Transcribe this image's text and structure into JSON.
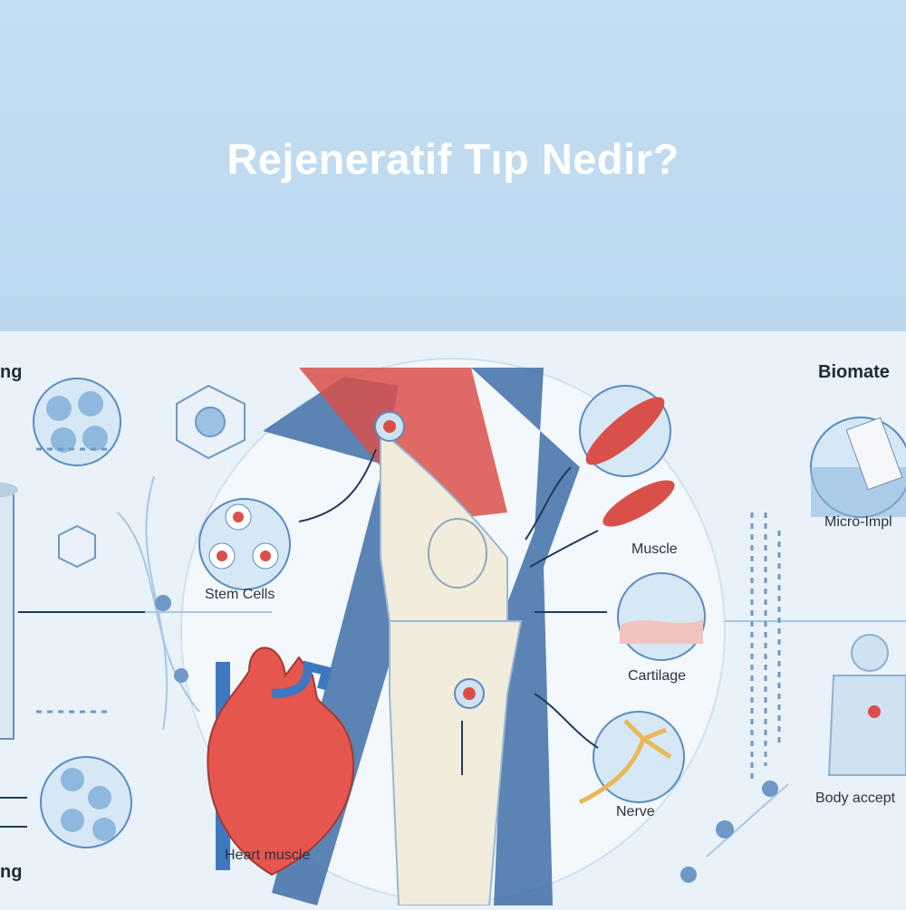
{
  "title": "Rejeneratif Tıp Nedir?",
  "illustration": {
    "labels": {
      "top_left_heading": "ng",
      "bottom_left_heading": "ng",
      "stem_cells": "Stem Cells",
      "heart_muscle": "Heart muscle",
      "muscle": "Muscle",
      "cartilage": "Cartilage",
      "nerve": "Nerve",
      "biomaterials_heading": "Biomate",
      "micro_implant": "Micro-Impl",
      "body_acceptance": "Body accept"
    },
    "colors": {
      "banner": "#bcd8ee",
      "title_text": "#ffffff",
      "accent_blue": "#3f6fa6",
      "tissue_red": "#d9504a",
      "bone": "#f1ecdc"
    }
  }
}
